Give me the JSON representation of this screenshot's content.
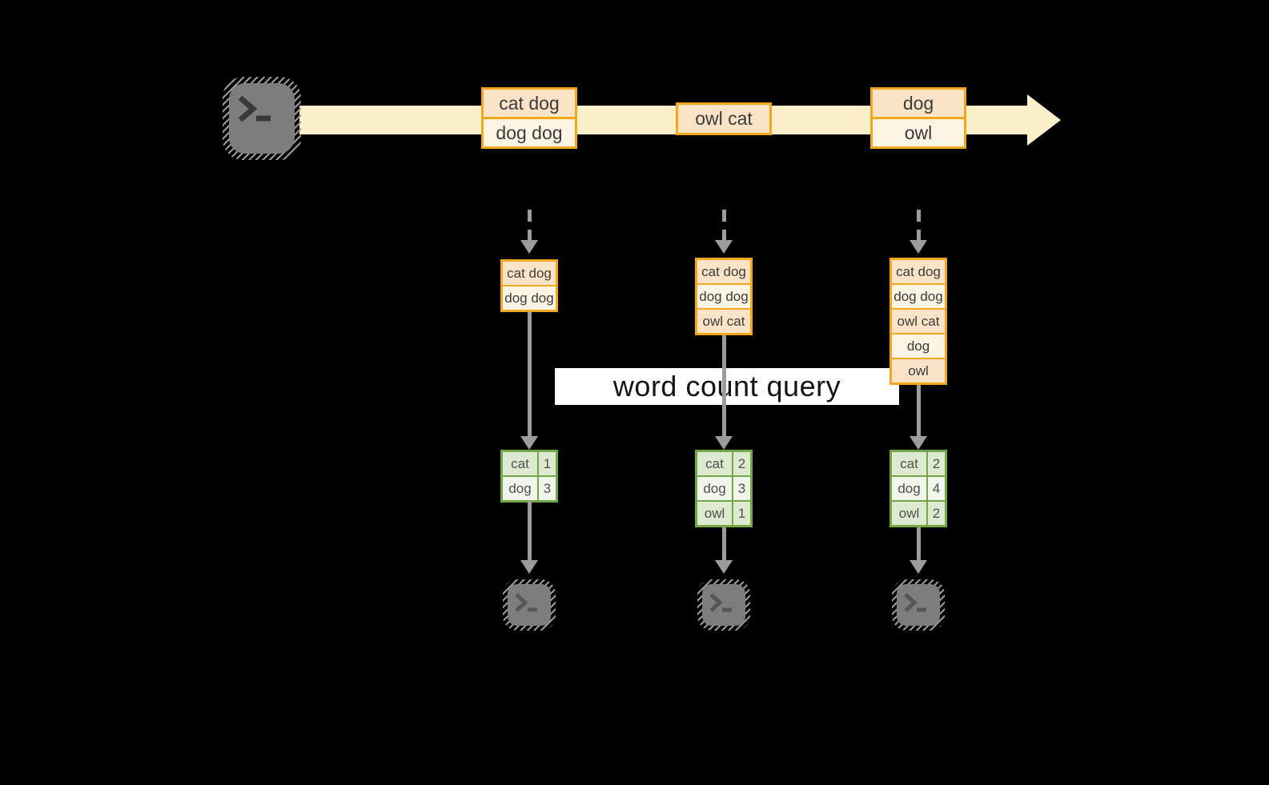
{
  "diagram": {
    "query_label": "word count query",
    "stream": {
      "batches": [
        {
          "lines": [
            "cat dog",
            "dog dog"
          ]
        },
        {
          "lines": [
            "owl cat"
          ]
        },
        {
          "lines": [
            "dog",
            "owl"
          ]
        }
      ]
    },
    "columns": [
      {
        "accumulated": [
          "cat dog",
          "dog dog"
        ],
        "counts": [
          {
            "word": "cat",
            "count": "1"
          },
          {
            "word": "dog",
            "count": "3"
          }
        ]
      },
      {
        "accumulated": [
          "cat dog",
          "dog dog",
          "owl cat"
        ],
        "counts": [
          {
            "word": "cat",
            "count": "2"
          },
          {
            "word": "dog",
            "count": "3"
          },
          {
            "word": "owl",
            "count": "1"
          }
        ]
      },
      {
        "accumulated": [
          "cat dog",
          "dog dog",
          "owl cat",
          "dog",
          "owl"
        ],
        "counts": [
          {
            "word": "cat",
            "count": "2"
          },
          {
            "word": "dog",
            "count": "4"
          },
          {
            "word": "owl",
            "count": "2"
          }
        ]
      }
    ],
    "icons": {
      "source": "terminal-icon",
      "sink": "terminal-icon",
      "stream_arrow": "right-arrow-band",
      "flow_arrow": "down-arrow"
    },
    "colors": {
      "background": "#000000",
      "stream_band": "#FBF0C9",
      "batch_border": "#F0A81C",
      "batch_fill_dark": "#FAE3C6",
      "batch_fill_light": "#FDF4E4",
      "table_border": "#72A647",
      "table_fill_dark": "#DDEAD0",
      "table_fill_light": "#F1F6EC",
      "arrow_gray": "#9C9C9C",
      "terminal_gray": "#7D7D7D",
      "label_bg": "#FFFFFF",
      "text_dark": "#3B3B3B"
    }
  }
}
